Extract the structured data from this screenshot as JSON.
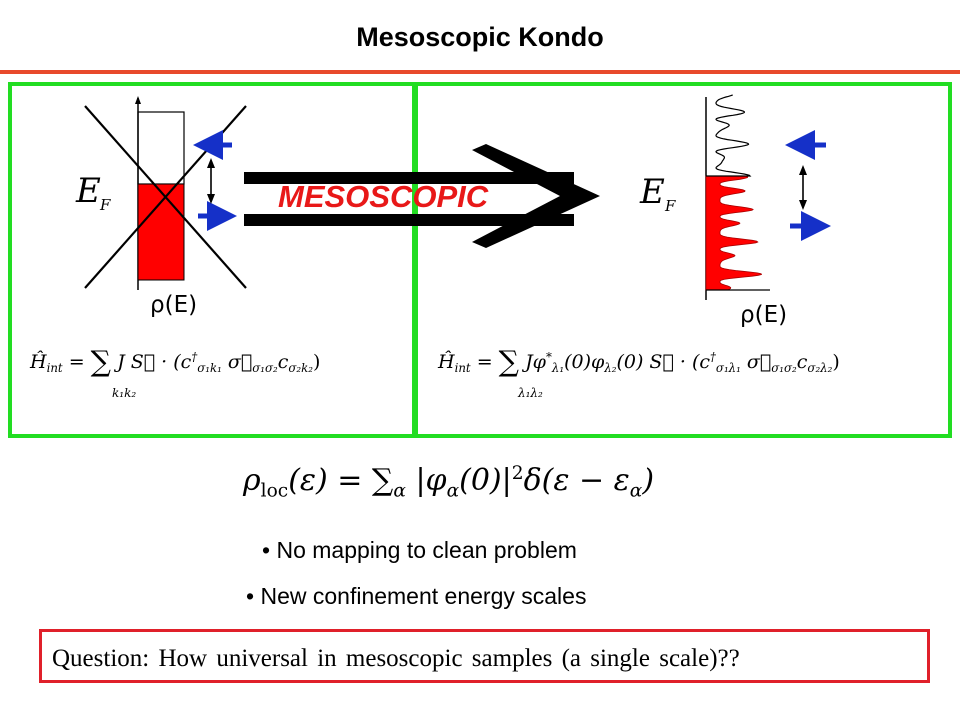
{
  "title": "Mesoscopic Kondo",
  "diagram": {
    "arrow_label": "MESOSCOPIC",
    "left_panel": {
      "fermi_label": "E",
      "fermi_sub": "F",
      "dos_label": "ρ(E)"
    },
    "right_panel": {
      "fermi_label": "E",
      "fermi_sub": "F",
      "dos_label": "ρ(E)"
    },
    "colors": {
      "frame": "#22dd22",
      "dos_fill": "#ff0000",
      "spin_arrow": "#1530c8",
      "title_rule": "#e8492b",
      "question_border": "#e0202a"
    }
  },
  "formulas": {
    "left": {
      "lhs": "Ĥ",
      "lhs_sub": "int",
      "eq": " = ",
      "sum_limits": "k₁k₂",
      "body": "J S⃗ · (c",
      "dag": "†",
      "c_sub": "σ₁k₁",
      "sigma": " σ⃗",
      "sigma_sub": "σ₁σ₂",
      "c2": "c",
      "c2_sub": "σ₂k₂",
      "close": ")"
    },
    "right": {
      "lhs": "Ĥ",
      "lhs_sub": "int",
      "eq": " = ",
      "sum_limits": "λ₁λ₂",
      "body": "Jφ",
      "phi1_sup": "*",
      "phi1_sub": "λ₁",
      "mid": "(0)φ",
      "phi2_sub": "λ₂",
      "after": "(0) S⃗ · (c",
      "dag": "†",
      "c_sub": "σ₁λ₁",
      "sigma": " σ⃗",
      "sigma_sub": "σ₁σ₂",
      "c2": "c",
      "c2_sub": "σ₂λ₂",
      "close": ")"
    },
    "rho": {
      "lhs": "ρ",
      "lhs_sub": "loc",
      "arg": "(ε) = ",
      "sum_sub": "α",
      "body": " |φ",
      "body_sub": "α",
      "tail": "(0)|",
      "sq": "2",
      "delta": "δ(ε − ε",
      "delta_sub": "α",
      "close": ")"
    }
  },
  "bullets": [
    "No mapping to clean problem",
    "New confinement energy scales"
  ],
  "question": "Question: How universal in mesoscopic samples (a single scale)??"
}
